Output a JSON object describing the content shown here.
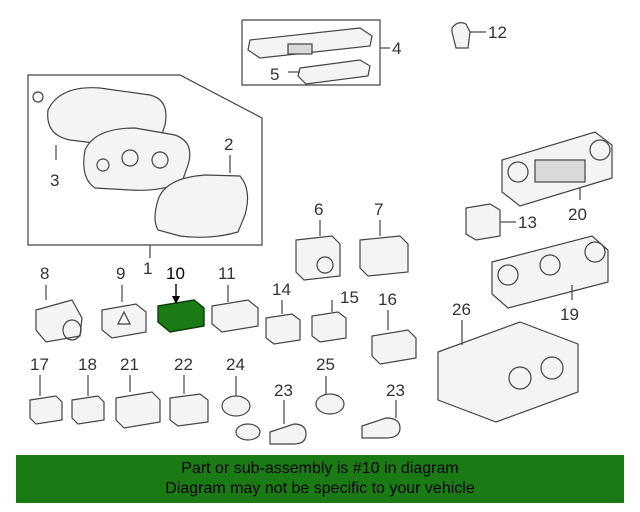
{
  "callouts": {
    "c1": "1",
    "c2": "2",
    "c3": "3",
    "c4": "4",
    "c5": "5",
    "c6": "6",
    "c7": "7",
    "c8": "8",
    "c9": "9",
    "c10": "10",
    "c11": "11",
    "c12": "12",
    "c13": "13",
    "c14": "14",
    "c15": "15",
    "c16": "16",
    "c17": "17",
    "c18": "18",
    "c19": "19",
    "c20": "20",
    "c21": "21",
    "c22": "22",
    "c23a": "23",
    "c23b": "23",
    "c24": "24",
    "c25": "25",
    "c26": "26"
  },
  "highlight": {
    "part_number": "10",
    "color": "#1a7a14"
  },
  "banner": {
    "line1": "Part or sub-assembly is #10 in diagram",
    "line2": "Diagram may not be specific to your vehicle",
    "background": "#1a7a14"
  }
}
